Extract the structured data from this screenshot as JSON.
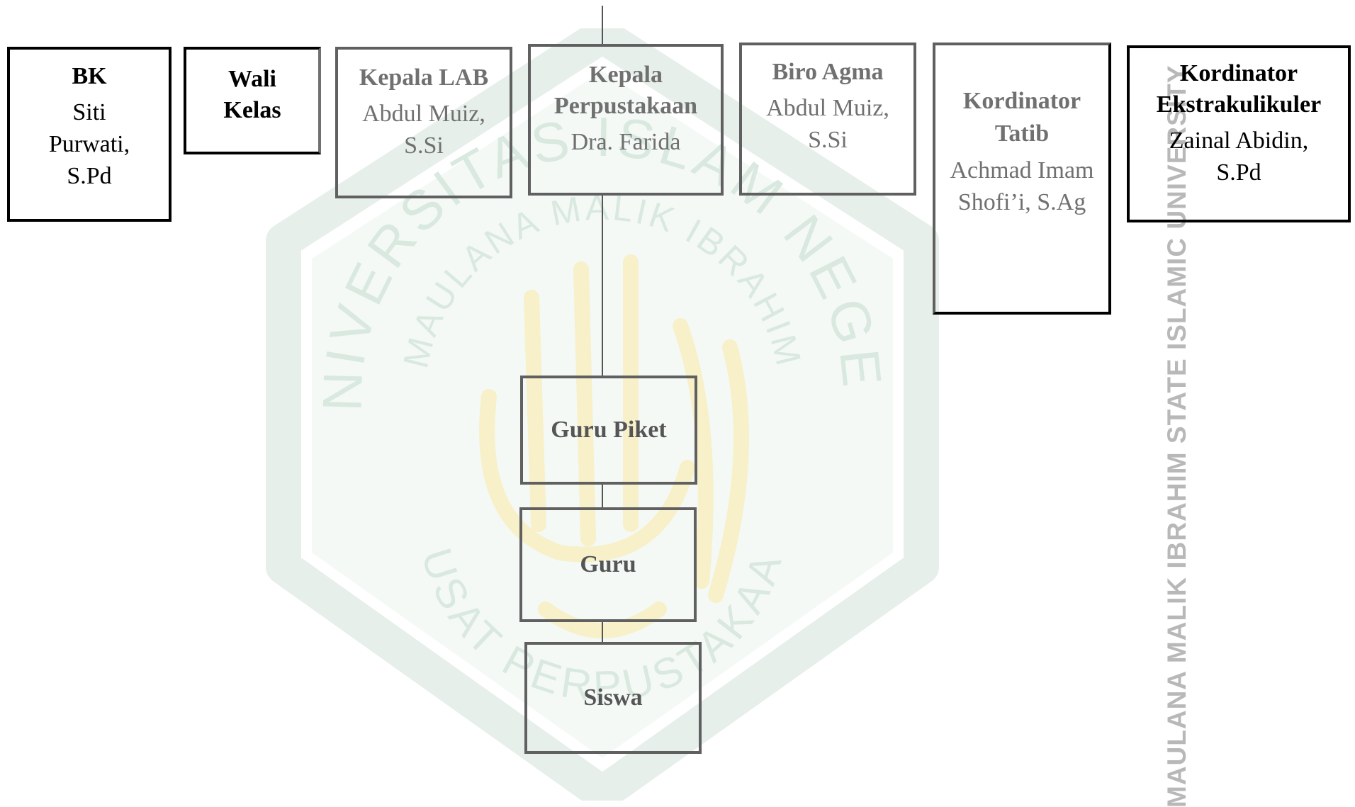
{
  "boxes": {
    "bk": {
      "title": "BK",
      "person": "Siti Purwati, S.Pd"
    },
    "wali_kelas": {
      "title": "Wali Kelas"
    },
    "kepala_lab": {
      "title": "Kepala LAB",
      "person": "Abdul Muiz, S.Si"
    },
    "kepala_perpustakaan": {
      "title": "Kepala Perpustakaan",
      "person": "Dra. Farida"
    },
    "biro_agma": {
      "title": "Biro Agma",
      "person": "Abdul Muiz, S.Si"
    },
    "kordinator_tatib": {
      "title": "Kordinator Tatib",
      "person": "Achmad Imam Shofi’i, S.Ag"
    },
    "kordinator_ekstra": {
      "title": "Kordinator Ekstrakulikuler",
      "person": "Zainal Abidin, S.Pd"
    },
    "guru_piket": {
      "title": "Guru Piket"
    },
    "guru": {
      "title": "Guru"
    },
    "siswa": {
      "title": "Siswa"
    }
  },
  "watermark": {
    "outer_text": "UNIVERSITAS ISLAM NEGERI",
    "inner_text": "MAULANA MALIK IBRAHIM",
    "bottom_text": "PUSAT PERPUSTAKAAN"
  },
  "side_watermark": "MAULANA MALIK IBRAHIM STATE ISLAMIC UNIVERSITY",
  "colors": {
    "watermark_green": "#e3efe8",
    "watermark_yellow": "#fbf6dc",
    "box_dark": "#000000",
    "box_gray": "#606060"
  }
}
